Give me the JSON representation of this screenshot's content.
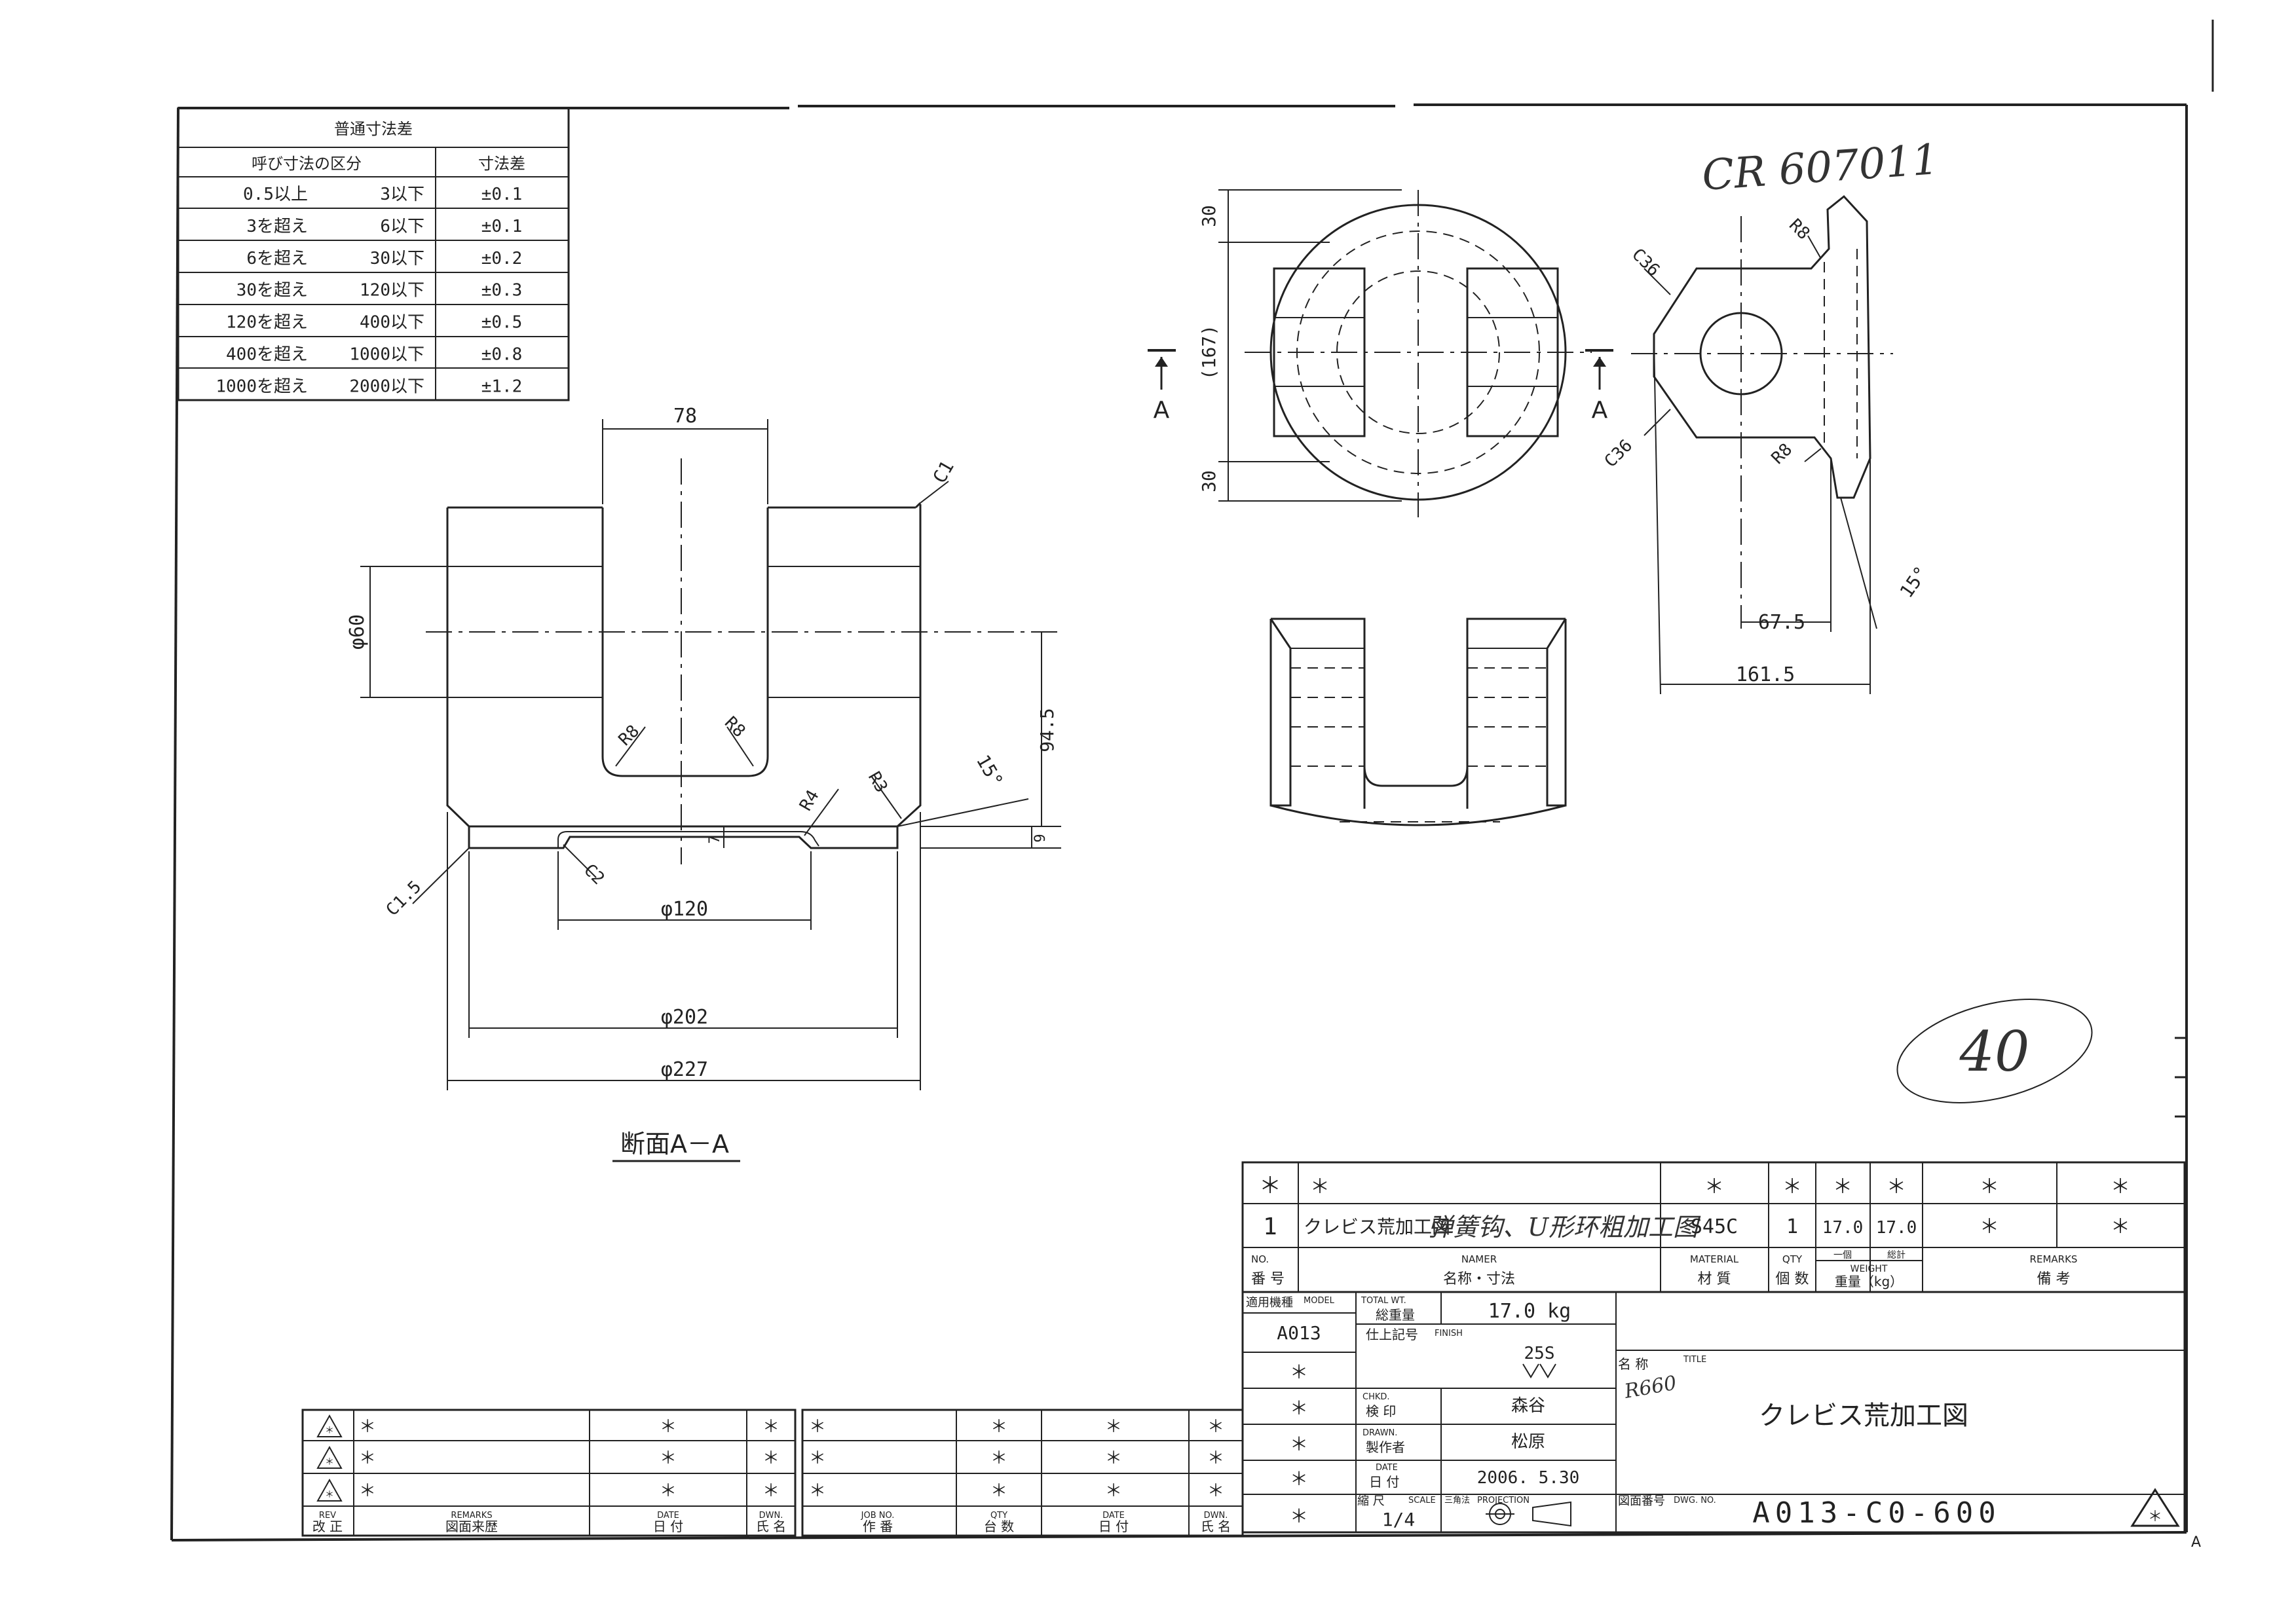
{
  "tolerance_table": {
    "title": "普通寸法差",
    "col_range": "呼び寸法の区分",
    "col_tol": "寸法差",
    "rows": [
      {
        "from": "0.5以上",
        "to": "3以下",
        "tol": "±0.1"
      },
      {
        "from": "3を超え",
        "to": "6以下",
        "tol": "±0.1"
      },
      {
        "from": "6を超え",
        "to": "30以下",
        "tol": "±0.2"
      },
      {
        "from": "30を超え",
        "to": "120以下",
        "tol": "±0.3"
      },
      {
        "from": "120を超え",
        "to": "400以下",
        "tol": "±0.5"
      },
      {
        "from": "400を超え",
        "to": "1000以下",
        "tol": "±0.8"
      },
      {
        "from": "1000を超え",
        "to": "2000以下",
        "tol": "±1.2"
      }
    ]
  },
  "handwritten": {
    "code": "CR 607011",
    "circled_number": "40",
    "note_title": "R660",
    "note_name": "弹簧钩、U形环粗加工图"
  },
  "section_view": {
    "caption": "断面A－A",
    "dims": {
      "d78": "78",
      "c1": "C1",
      "d60": "φ60",
      "r8a": "R8",
      "r8b": "R8",
      "d94": "94.5",
      "a15": "15°",
      "r4": "R4",
      "r3": "R3",
      "d7": "7",
      "d9": "9",
      "c15": "C1.5",
      "c2": "C2",
      "d120": "φ120",
      "d202": "φ202",
      "d227": "φ227"
    }
  },
  "top_view": {
    "dims": {
      "d30a": "30",
      "d167": "(167)",
      "d30b": "30",
      "sec_a": "A",
      "sec_b": "A"
    }
  },
  "side_view": {
    "dims": {
      "c36a": "C36",
      "c36b": "C36",
      "r8a": "R8",
      "r8b": "R8",
      "d675": "67.5",
      "d1615": "161.5",
      "a15": "15°"
    }
  },
  "parts_list": {
    "star": "＊",
    "row": {
      "no": "1",
      "name": "クレビス荒加工図",
      "material": "S45C",
      "qty": "1",
      "one": "17.0",
      "total": "17.0"
    },
    "headers": {
      "no_en": "NO.",
      "no_jp": "番 号",
      "name_en": "NAMER",
      "name_jp": "名称・寸法",
      "material_en": "MATERIAL",
      "material_jp": "材 質",
      "qty_en": "QTY",
      "qty_jp": "個 数",
      "one_jp": "一個",
      "total_jp": "総計",
      "weight_en": "WEIGHT",
      "weight_jp": "重量（kg）",
      "remarks_en": "REMARKS",
      "remarks_jp": "備 考"
    }
  },
  "title_block": {
    "model_jp": "適用機種",
    "model_en": "MODEL",
    "model": "A013",
    "total_wt_en": "TOTAL WT.",
    "total_wt_jp": "総重量",
    "total_wt": "17.0 kg",
    "finish_jp": "仕上記号",
    "finish_en": "FINISH",
    "finish": "25S",
    "chkd_en": "CHKD.",
    "chkd_jp": "検 印",
    "chkd": "森谷",
    "drawn_en": "DRAWN.",
    "drawn_jp": "製作者",
    "drawn": "松原",
    "date_en": "DATE",
    "date_jp": "日 付",
    "date": "2006. 5.30",
    "scale_jp": "縮 尺",
    "scale_en": "SCALE",
    "scale": "1/4",
    "proj_jp": "三角法",
    "proj_en": "PROJECTION",
    "title_jp": "名 称",
    "title_en": "TITLE",
    "title": "クレビス荒加工図",
    "dwg_jp": "図面番号",
    "dwg_en": "DWG. NO.",
    "dwg_no": "A013-C0-600"
  },
  "revision_table": {
    "rev_en": "REV",
    "rev_jp": "改 正",
    "remarks_en": "REMARKS",
    "remarks_jp": "図面来歴",
    "date_en": "DATE",
    "date_jp": "日 付",
    "dwn_en": "DWN.",
    "dwn_jp": "氏 名",
    "rev_symbol": "△"
  },
  "job_table": {
    "job_en": "JOB NO.",
    "job_jp": "作 番",
    "qty_en": "QTY",
    "qty_jp": "台 数",
    "date_en": "DATE",
    "date_jp": "日 付",
    "dwn_en": "DWN.",
    "dwn_jp": "氏 名"
  },
  "corner_mark": "A"
}
